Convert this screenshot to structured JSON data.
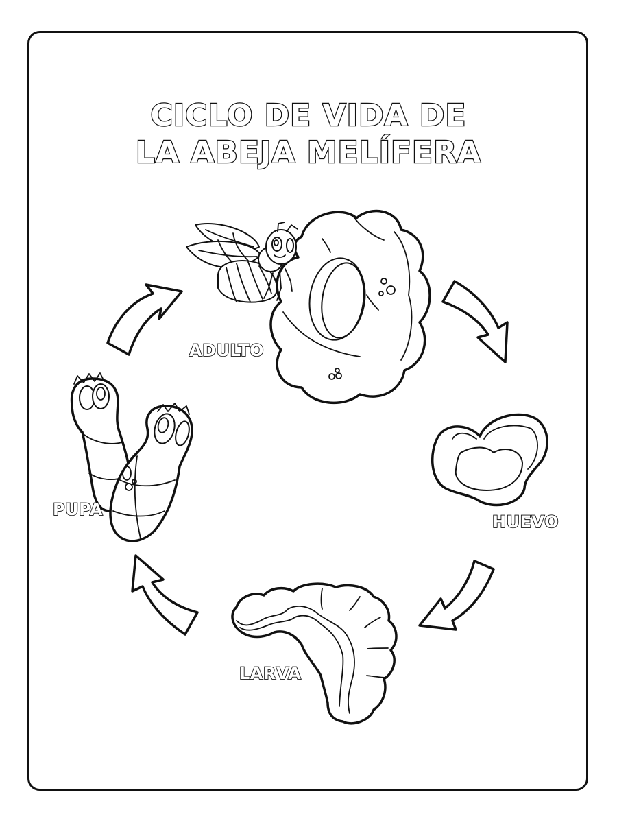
{
  "page": {
    "title_line1": "CICLO DE VIDA DE",
    "title_line2": "LA ABEJA MELÍFERA"
  },
  "stages": [
    {
      "id": "adulto",
      "label": "ADULTO",
      "illustration": "bee-on-honeycomb-cell"
    },
    {
      "id": "huevo",
      "label": "HUEVO",
      "illustration": "egg-icon"
    },
    {
      "id": "larva",
      "label": "LARVA",
      "illustration": "larva-icon"
    },
    {
      "id": "pupa",
      "label": "PUPA",
      "illustration": "pupa-icon"
    }
  ],
  "arrows": [
    {
      "from": "adulto",
      "to": "huevo",
      "direction": "clockwise"
    },
    {
      "from": "huevo",
      "to": "larva",
      "direction": "clockwise"
    },
    {
      "from": "larva",
      "to": "pupa",
      "direction": "clockwise"
    },
    {
      "from": "pupa",
      "to": "adulto",
      "direction": "clockwise"
    }
  ],
  "colors": {
    "line": "#111111",
    "fill": "#ffffff",
    "background": "#ffffff"
  }
}
